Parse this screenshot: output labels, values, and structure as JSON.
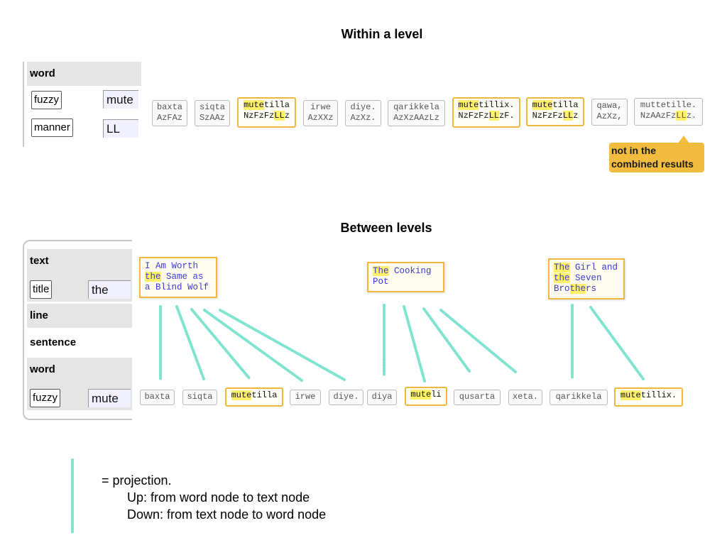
{
  "headings": {
    "within": "Within a level",
    "between": "Between levels"
  },
  "top_panel": {
    "level": "word",
    "features": [
      {
        "key": "fuzzy",
        "value": "mute"
      },
      {
        "key": "manner",
        "value": "LL"
      }
    ]
  },
  "top_tokens": [
    {
      "w1": "baxta",
      "w2": "AzFAz",
      "hit": false
    },
    {
      "w1": "siqta",
      "w2": "SzAAz",
      "hit": false
    },
    {
      "w1a": "mute",
      "w1b": "tilla",
      "w2a": "NzFzFz",
      "w2b": "LL",
      "w2c": "z",
      "hit": true
    },
    {
      "w1": "irwe",
      "w2": "AzXXz",
      "hit": false
    },
    {
      "w1": "diye.",
      "w2": "AzXz.",
      "hit": false
    },
    {
      "w1": "qarikkela",
      "w2": "AzXzAAzLz",
      "hit": false
    },
    {
      "w1a": "mute",
      "w1b": "tillix.",
      "w2a": "NzFzFz",
      "w2b": "LL",
      "w2c": "zF.",
      "hit": true
    },
    {
      "w1a": "mute",
      "w1b": "tilla",
      "w2a": "NzFzFz",
      "w2b": "LL",
      "w2c": "z",
      "hit": true
    },
    {
      "w1": "qawa,",
      "w2": "AzXz,",
      "hit": false
    },
    {
      "w1": "muttetille.",
      "w2a": "NzAAzFz",
      "w2b": "LL",
      "w2c": "z.",
      "hit": false
    }
  ],
  "callout": {
    "line1": "not in the",
    "line2": "combined results"
  },
  "bottom_panel": {
    "levels": [
      "text",
      "line",
      "sentence",
      "word"
    ],
    "text_feature": {
      "key": "title",
      "value": "the"
    },
    "word_feature": {
      "key": "fuzzy",
      "value": "mute"
    }
  },
  "text_boxes": [
    {
      "lines": [
        "I Am Worth",
        "the Same as",
        "a Blind Wolf"
      ]
    },
    {
      "lines": [
        "The Cooking",
        "Pot"
      ]
    },
    {
      "lines": [
        "The Girl and",
        "the Seven",
        "Brothers"
      ]
    }
  ],
  "bottom_tokens": [
    {
      "text": "baxta",
      "hit": false
    },
    {
      "text": "siqta",
      "hit": false
    },
    {
      "hl": "mute",
      "rest": "tilla",
      "hit": true
    },
    {
      "text": "irwe",
      "hit": false
    },
    {
      "text": "diye.",
      "hit": false
    },
    {
      "text": "diya",
      "hit": false
    },
    {
      "hl": "mute",
      "rest": "li",
      "hit": true
    },
    {
      "text": "qusarta",
      "hit": false
    },
    {
      "text": "xeta.",
      "hit": false
    },
    {
      "text": "qarikkela",
      "hit": false
    },
    {
      "hl": "mute",
      "rest": "tillix.",
      "hit": true
    }
  ],
  "legend": {
    "line1": "= projection.",
    "line2": "Up: from word node to text node",
    "line3": "Down: from text node to word node"
  },
  "colors": {
    "highlight": "#fff06b",
    "hit_border": "#f0b73e",
    "projection": "#7ee3cf",
    "callout": "#f2bc3f",
    "text_blue": "#3a3ad0"
  }
}
